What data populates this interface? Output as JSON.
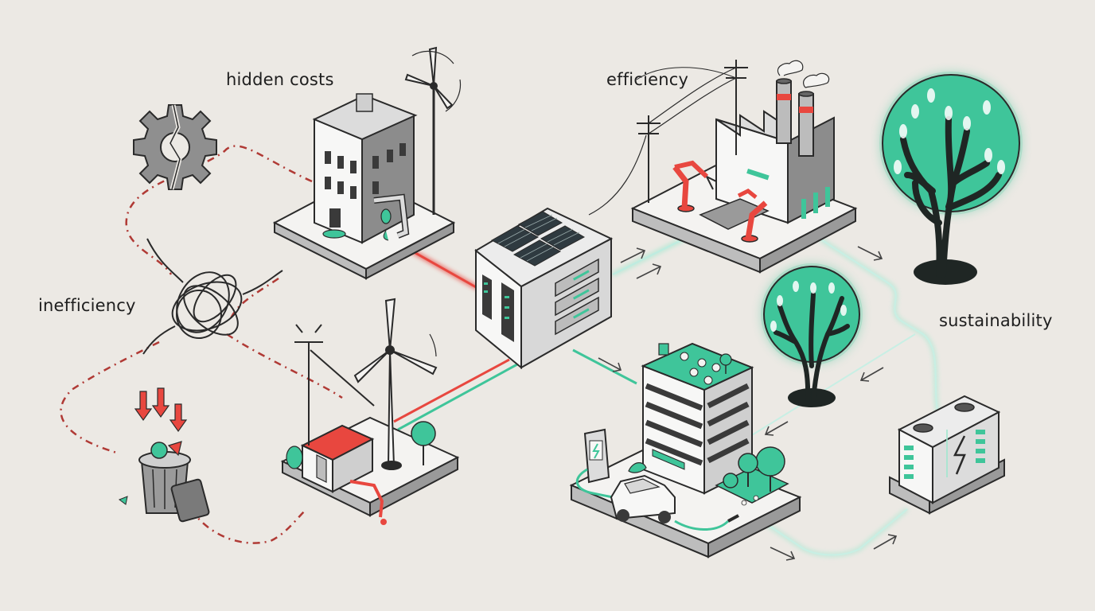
{
  "labels": {
    "hidden_costs": "hidden costs",
    "inefficiency": "inefficiency",
    "efficiency": "efficiency",
    "sustainability": "sustainability"
  },
  "colors": {
    "background": "#ece9e4",
    "waste_red": "#e8473f",
    "dashed_red": "#b03a35",
    "green": "#3fc59a",
    "glow_green": "#9fe8cf",
    "dark": "#2a2a2a",
    "gray": "#8a8a8a",
    "platform": "#f4f3f1"
  },
  "icons": [
    "broken-gear-icon",
    "tangled-knot-icon",
    "trash-can-icon",
    "down-arrows-icon",
    "office-building-icon",
    "wind-turbine-icon",
    "leaking-pipe-icon",
    "red-roof-house-icon",
    "solar-data-center-icon",
    "factory-icon",
    "robot-arm-icon",
    "power-pole-icon",
    "green-building-icon",
    "ev-charger-icon",
    "electric-car-icon",
    "tree-icon",
    "battery-icon",
    "flow-arrow-icon"
  ]
}
